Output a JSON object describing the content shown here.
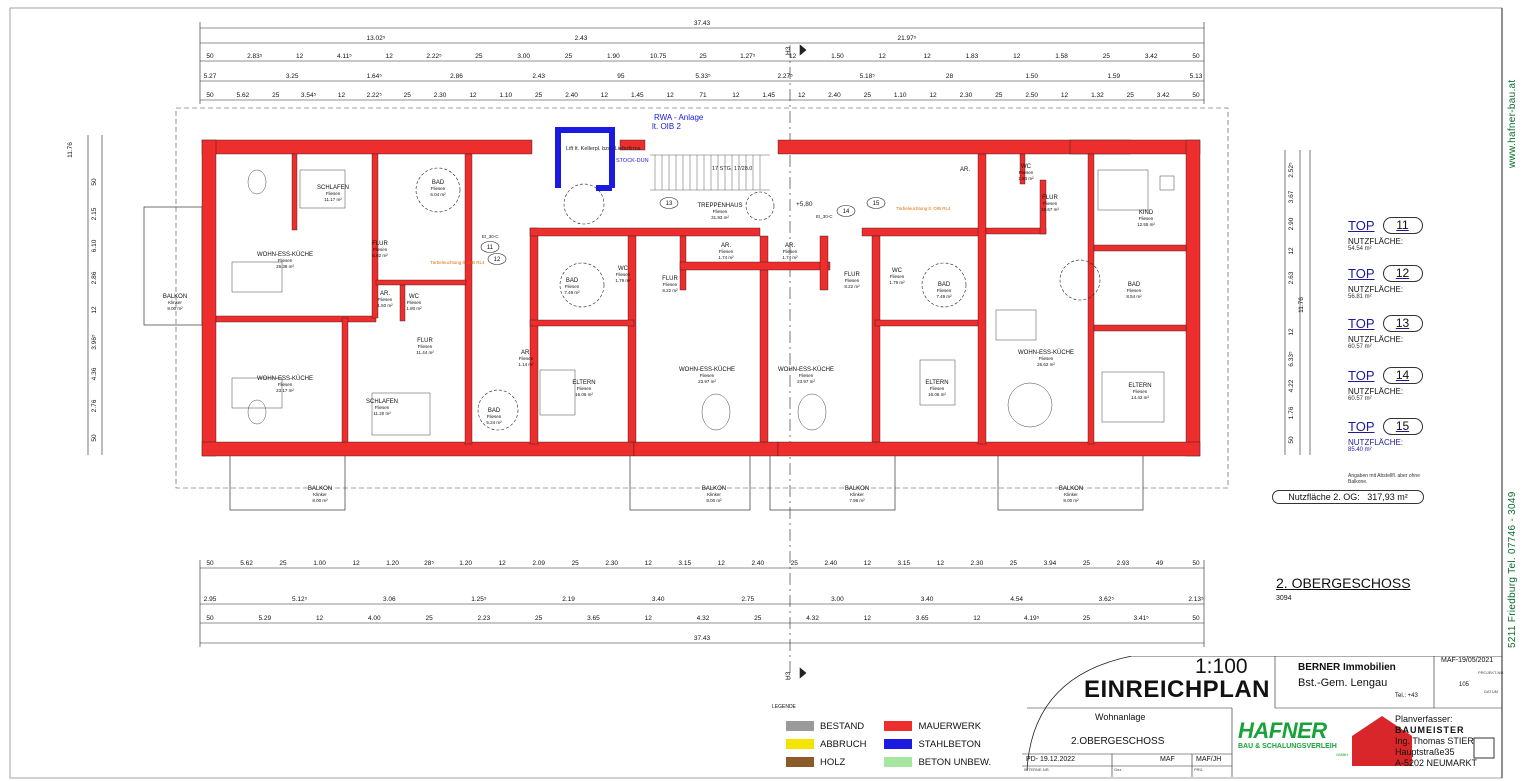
{
  "dims": {
    "top_total": "37.43",
    "top_row1": [
      "13.02⁵",
      "2.43",
      "21.97⁵"
    ],
    "top_row2": [
      "50",
      "2.83⁵",
      "12",
      "4.11⁵",
      "12",
      "2.22⁵",
      "25",
      "3.00",
      "25",
      "1.90",
      "10.75",
      "25",
      "1.27⁵",
      "12",
      "1.50",
      "12",
      "12",
      "1.83",
      "12",
      "1.58",
      "25",
      "3.42",
      "50"
    ],
    "top_row3": [
      "5.27",
      "3.25",
      "1.64⁵",
      "2.86",
      "2.43",
      "95",
      "5.33⁵",
      "2.27⁵",
      "5.18⁵",
      "28",
      "1.50",
      "1.59",
      "5.13"
    ],
    "top_row4": [
      "50",
      "5.62",
      "25",
      "3.54⁵",
      "12",
      "2.22⁵",
      "25",
      "2.30",
      "12",
      "1.10",
      "25",
      "2.40",
      "12",
      "1.45",
      "12",
      "71",
      "12",
      "1.45",
      "12",
      "2.40",
      "25",
      "1.10",
      "12",
      "2.30",
      "25",
      "2.50",
      "12",
      "1.32",
      "25",
      "3.42",
      "50"
    ],
    "bottom_row1": [
      "50",
      "5.62",
      "25",
      "1.00",
      "12",
      "1.20",
      "28⁵",
      "1.20",
      "12",
      "2.09",
      "25",
      "2.30",
      "12",
      "3.15",
      "12",
      "2.40",
      "25",
      "2.40",
      "12",
      "3.15",
      "12",
      "2.30",
      "25",
      "3.94",
      "25",
      "2.93",
      "49",
      "50"
    ],
    "bottom_row2": [
      "2.95",
      "5.12⁵",
      "3.06",
      "1.25⁵",
      "2.19",
      "3.40",
      "2.75",
      "3.00",
      "3.40",
      "4.54",
      "3.62⁵",
      "2.13⁵"
    ],
    "bottom_row3": [
      "50",
      "5.29",
      "12",
      "4.00",
      "25",
      "2.23",
      "25",
      "3.65",
      "12",
      "4.32",
      "25",
      "4.32",
      "12",
      "3.65",
      "12",
      "4.19⁵",
      "25",
      "3.41⁵",
      "50"
    ],
    "bottom_total": "37.43",
    "left": [
      "11.76",
      "50",
      "2.15",
      "6.10",
      "2.86",
      "12",
      "3.96⁵",
      "4.36",
      "2.76",
      "50"
    ],
    "right": [
      "2.52⁵",
      "3.67",
      "2.90",
      "12",
      "2.63",
      "11.76",
      "12",
      "6.33⁵",
      "4.22",
      "1.76",
      "50"
    ],
    "section_mark": "H3"
  },
  "rooms": [
    {
      "name": "SCHLAFEN",
      "floor": "Fliesen",
      "area": "11.17 m²"
    },
    {
      "name": "WOHN-ESS-KÜCHE",
      "floor": "Fliesen",
      "area": "26.38 m²"
    },
    {
      "name": "BALKON",
      "floor": "Klinker",
      "area": "8.00 m²"
    },
    {
      "name": "FLUR",
      "floor": "Fliesen",
      "area": "5.82 m²"
    },
    {
      "name": "AR.",
      "floor": "Fliesen",
      "area": "1.50 m²"
    },
    {
      "name": "WC",
      "floor": "Fliesen",
      "area": "1.80 m²"
    },
    {
      "name": "BAD",
      "floor": "Fliesen",
      "area": "6.04 m²"
    },
    {
      "name": "FLUR",
      "floor": "Fliesen",
      "area": "11.44 m²"
    },
    {
      "name": "WOHN-ESS-KÜCHE",
      "floor": "Fliesen",
      "area": "23.17 m²"
    },
    {
      "name": "SCHLAFEN",
      "floor": "Fliesen",
      "area": "11.20 m²"
    },
    {
      "name": "BALKON",
      "floor": "Klinker",
      "area": "8.00 m²"
    },
    {
      "name": "BAD",
      "floor": "Fliesen",
      "area": "5.24 m²"
    },
    {
      "name": "AR.",
      "floor": "Fliesen",
      "area": "1.14 m²"
    },
    {
      "name": "TREPPENHAUS",
      "floor": "Fliesen",
      "area": "31.93 m²"
    },
    {
      "name": "BAD",
      "floor": "Fliesen",
      "area": "7.49 m²"
    },
    {
      "name": "WC",
      "floor": "Fliesen",
      "area": "1.79 m²"
    },
    {
      "name": "FLUR",
      "floor": "Fliesen",
      "area": "8.22 m²"
    },
    {
      "name": "AR.",
      "floor": "Fliesen",
      "area": "1.74 m²"
    },
    {
      "name": "ELTERN",
      "floor": "Fliesen",
      "area": "16.06 m²"
    },
    {
      "name": "WOHN-ESS-KÜCHE",
      "floor": "Fliesen",
      "area": "23.97 m²"
    },
    {
      "name": "BALKON",
      "floor": "Klinker",
      "area": "8.00 m²"
    },
    {
      "name": "AR.",
      "floor": "Fliesen",
      "area": "1.74 m²"
    },
    {
      "name": "WOHN-ESS-KÜCHE",
      "floor": "Fliesen",
      "area": "23.97 m²"
    },
    {
      "name": "FLUR",
      "floor": "Fliesen",
      "area": "8.22 m²"
    },
    {
      "name": "WC",
      "floor": "Fliesen",
      "area": "1.79 m²"
    },
    {
      "name": "BAD",
      "floor": "Fliesen",
      "area": "7.49 m²"
    },
    {
      "name": "ELTERN",
      "floor": "Fliesen",
      "area": "16.06 m²"
    },
    {
      "name": "BALKON",
      "floor": "Klinker",
      "area": "7.98 m²"
    },
    {
      "name": "AR.",
      "floor": "",
      "area": ""
    },
    {
      "name": "WC",
      "floor": "Fliesen",
      "area": "1.83 m²"
    },
    {
      "name": "FLUR",
      "floor": "Fliesen",
      "area": "18.67 m²"
    },
    {
      "name": "KIND",
      "floor": "Fliesen",
      "area": "12.55 m²"
    },
    {
      "name": "BAD",
      "floor": "Fliesen",
      "area": "8.54 m²"
    },
    {
      "name": "WOHN-ESS-KÜCHE",
      "floor": "Fliesen",
      "area": "26.62 m²"
    },
    {
      "name": "ELTERN",
      "floor": "Fliesen",
      "area": "14.42 m²"
    },
    {
      "name": "BALKON",
      "floor": "Klinker",
      "area": "8.00 m²"
    }
  ],
  "annotations": {
    "rwa": "RWA - Anlage",
    "rwa2": "lt. OIB 2",
    "lift": "Lift lt. Kellerpl. bzw. Lieferfirma",
    "stock": "STOCK-DUN",
    "stair": "17 STG. 17/28.0",
    "elevation": "+5,80",
    "apartments": [
      "11",
      "12",
      "13",
      "14",
      "15"
    ],
    "door_note": "Türbeleuchtung lt. OIB RL4",
    "ei": "EI_30-C"
  },
  "tops": [
    {
      "label": "TOP",
      "num": "11",
      "nutz": "NUTZFLÄCHE:",
      "value": "54.54 m²"
    },
    {
      "label": "TOP",
      "num": "12",
      "nutz": "NUTZFLÄCHE:",
      "value": "56.81 m²"
    },
    {
      "label": "TOP",
      "num": "13",
      "nutz": "NUTZFLÄCHE:",
      "value": "60.57 m²"
    },
    {
      "label": "TOP",
      "num": "14",
      "nutz": "NUTZFLÄCHE:",
      "value": "60.57 m²"
    },
    {
      "label": "TOP",
      "num": "15",
      "nutz": "NUTZFLÄCHE:",
      "value": "85.40 m²"
    }
  ],
  "total": {
    "note": "Angaben mit Abstellfl. aber ohne Balkone.",
    "label": "Nutzfläche 2. OG:",
    "value": "317,93 m²"
  },
  "floor": {
    "title": "2. OBERGESCHOSS",
    "code": "3094"
  },
  "side": {
    "website": "www.hafner-bau.at",
    "address": "5211 Friedburg Tel. 07746 - 3049"
  },
  "legend": {
    "title": "LEGENDE",
    "items": [
      {
        "label": "BESTAND",
        "color": "#9a9a9a"
      },
      {
        "label": "ABBRUCH",
        "color": "#f2e600"
      },
      {
        "label": "HOLZ",
        "color": "#8a5a2a"
      },
      {
        "label": "MAUERWERK",
        "color": "#ee2d2d"
      },
      {
        "label": "STAHLBETON",
        "color": "#1a1ae0"
      },
      {
        "label": "BETON UNBEW.",
        "color": "#a7e6a0"
      }
    ]
  },
  "titleblock": {
    "scale": "1:100",
    "plan": "EINREICHPLAN",
    "client": "BERNER Immobilien",
    "client2": "Bst.-Gem. Lengau",
    "tel": "Tel.: +43",
    "date": "MAF-19/05/2021",
    "num": "105",
    "project": "Wohnanlage",
    "floor": "2.OBERGESCHOSS",
    "pd": "PD- 19.12.2022",
    "maf": "MAF",
    "mafjh": "MAF/JH",
    "interne": "INTERNE-NR.",
    "gez": "Gez.",
    "pru": "PRÜ.",
    "proj_nr": "PROJEKT-NR.",
    "datum": "DATUM",
    "firm": "HAFNER",
    "firm_sub": "BAU & SCHALUNGSVERLEIH",
    "gmbh": "GMBH",
    "planer_label": "Planverfasser:",
    "planer_title": "BAUMEISTER",
    "planer_name": "Ing. Thomas STIER",
    "planer_street": "Hauptstraße35",
    "planer_city": "A-5202 NEUMARKT"
  },
  "colors": {
    "wall": "#ee2d2d",
    "concrete": "#1a1ae0",
    "brand": "#19a13a",
    "link": "#1a1a9a"
  }
}
